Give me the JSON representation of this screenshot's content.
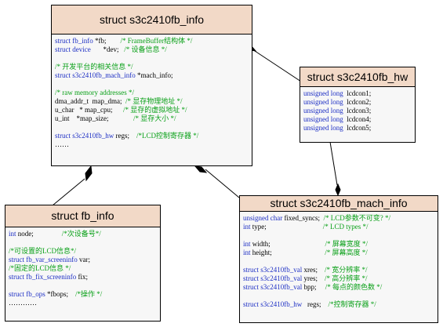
{
  "structs": {
    "info": {
      "title": "struct s3c2410fb_info",
      "lines": [
        [
          [
            "kw",
            "struct fb_info"
          ],
          [
            "tx",
            " *fb;        "
          ],
          [
            "cm",
            "/* FrameBuffer结构体 */"
          ]
        ],
        [
          [
            "kw",
            "struct device"
          ],
          [
            "tx",
            "       *dev;   "
          ],
          [
            "cm",
            "/* 设备信息 */"
          ]
        ],
        [],
        [
          [
            "cm",
            "/* 开发平台的相关信息 */"
          ]
        ],
        [
          [
            "kw",
            "struct s3c2410fb_mach_info"
          ],
          [
            "tx",
            " *mach_info;"
          ]
        ],
        [],
        [
          [
            "cm",
            "/* raw memory addresses */"
          ]
        ],
        [
          [
            "tx",
            "dma_addr_t  map_dma;  "
          ],
          [
            "cm",
            "/* 显存物理地址 */"
          ]
        ],
        [
          [
            "tx",
            "u_char   * map_cpu;      "
          ],
          [
            "cm",
            "/* 显存的虚拟地址 */"
          ]
        ],
        [
          [
            "tx",
            "u_int    *map_size;              "
          ],
          [
            "cm",
            "/* 显存大小 */"
          ]
        ],
        [],
        [
          [
            "kw",
            "struct s3c2410fb_hw"
          ],
          [
            "tx",
            " regs;    "
          ],
          [
            "cm",
            "/*LCD控制寄存器 */"
          ]
        ],
        [
          [
            "tx",
            "……"
          ]
        ]
      ]
    },
    "hw": {
      "title": "struct s3c2410fb_hw",
      "lines": [
        [
          [
            "kw",
            "unsigned long"
          ],
          [
            "tx",
            "  lcdcon1;"
          ]
        ],
        [
          [
            "kw",
            "unsigned long"
          ],
          [
            "tx",
            "  lcdcon2;"
          ]
        ],
        [
          [
            "kw",
            "unsigned long"
          ],
          [
            "tx",
            "  lcdcon3;"
          ]
        ],
        [
          [
            "kw",
            "unsigned long"
          ],
          [
            "tx",
            "  lcdcon4;"
          ]
        ],
        [
          [
            "kw",
            "unsigned long"
          ],
          [
            "tx",
            "  lcdcon5;"
          ]
        ]
      ]
    },
    "fbinfo": {
      "title": "struct fb_info",
      "lines": [
        [
          [
            "kw",
            "int"
          ],
          [
            "tx",
            " node;                "
          ],
          [
            "cm",
            "/*次设备号*/"
          ]
        ],
        [],
        [
          [
            "cm",
            "/*可设置的LCD信息*/"
          ]
        ],
        [
          [
            "kw",
            "struct fb_var_screeninfo"
          ],
          [
            "tx",
            " var;"
          ]
        ],
        [
          [
            "cm",
            "/*固定的LCD信息 */"
          ]
        ],
        [
          [
            "kw",
            "struct fb_fix_screeninfo"
          ],
          [
            "tx",
            " fix;"
          ]
        ],
        [],
        [
          [
            "kw",
            "struct fb_ops"
          ],
          [
            "tx",
            " *fbops;    "
          ],
          [
            "cm",
            "/*操作 */"
          ]
        ],
        [
          [
            "tx",
            "…………"
          ]
        ]
      ]
    },
    "mach": {
      "title": "struct s3c2410fb_mach_info",
      "lines": [
        [
          [
            "kw",
            "unsigned char"
          ],
          [
            "tx",
            " fixed_syncs;  "
          ],
          [
            "cm",
            "/* LCD参数不可变? */"
          ]
        ],
        [
          [
            "kw",
            "int"
          ],
          [
            "tx",
            " type;                                "
          ],
          [
            "cm",
            "/* LCD types */"
          ]
        ],
        [],
        [
          [
            "kw",
            "int"
          ],
          [
            "tx",
            " width;                               "
          ],
          [
            "cm",
            "/* 屏幕宽度 */"
          ]
        ],
        [
          [
            "kw",
            "int"
          ],
          [
            "tx",
            " height;                              "
          ],
          [
            "cm",
            "/* 屏幕高度 */"
          ]
        ],
        [],
        [
          [
            "kw",
            "struct s3c2410fb_val"
          ],
          [
            "tx",
            " xres;    "
          ],
          [
            "cm",
            "/* 宽分辨率 */"
          ]
        ],
        [
          [
            "kw",
            "struct s3c2410fb_val"
          ],
          [
            "tx",
            " yres;    "
          ],
          [
            "cm",
            "/* 高分辨率 */"
          ]
        ],
        [
          [
            "kw",
            "struct s3c2410fb_val"
          ],
          [
            "tx",
            " bpp;     "
          ],
          [
            "cm",
            "/* 每点的颜色数 */"
          ]
        ],
        [],
        [
          [
            "kw",
            "struct s3c2410fb_hw"
          ],
          [
            "tx",
            "   regs;    "
          ],
          [
            "cm",
            "/*控制寄存器 */"
          ]
        ]
      ]
    }
  }
}
